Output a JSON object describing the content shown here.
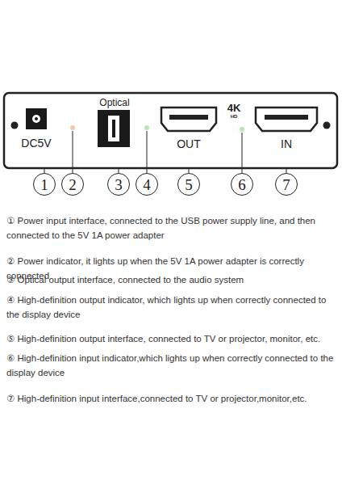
{
  "diagram": {
    "nodes": [
      {
        "text": [
          "1"
        ]
      },
      {
        "text": [
          "2"
        ]
      },
      {
        "text": [
          "3"
        ]
      },
      {
        "text": [
          "4"
        ]
      },
      {
        "text": [
          "5"
        ]
      },
      {
        "text": [
          "6"
        ]
      },
      {
        "text": [
          "7"
        ]
      }
    ],
    "labels": [
      "Optical",
      "DC5V",
      "OUT",
      "4K",
      "HD",
      "IN",
      "① Power input interface, connected to the USB power supply line, and then connected to the 5V 1A power adapter",
      "② Power indicator, it lights up when the 5V 1A power adapter is correctly connected",
      "③ Optical output interface, connected to the audio system",
      "④ High-definition output indicator, which lights up when correctly connected to the display device",
      "⑤ High-definition output interface, connected to TV or projector, monitor, etc.",
      "⑥ High-definition input indicator,which lights up when correctly connected to the display device",
      "⑦ High-definition input interface,connected to TV or projector,monitor,etc."
    ]
  }
}
